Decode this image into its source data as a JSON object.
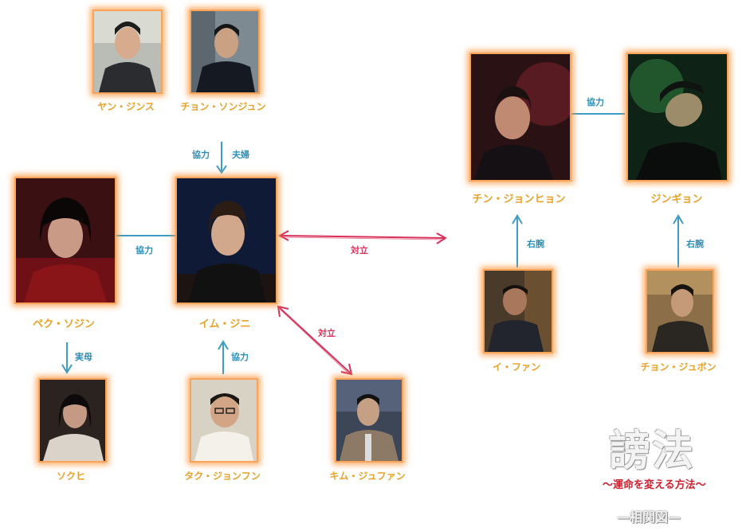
{
  "characters": {
    "yang": "ヤン・ジンス",
    "jeong_sj": "チョン・ソンジュン",
    "baek": "ペク・ソジン",
    "lim": "イム・ジニ",
    "jin_jh": "チン・ジョンヒョン",
    "jingyeong": "ジンギョン",
    "lee_fan": "イ・ファン",
    "jeong_jb": "チョン・ジュボン",
    "sokhi": "ソクヒ",
    "tak": "タク・ジョンフン",
    "kim": "キム・ジュファン"
  },
  "relations": {
    "cooperate_top": "協力",
    "couple": "夫婦",
    "cooperate_left": "協力",
    "oppose_right": "対立",
    "cooperate_jin": "協力",
    "right_arm_1": "右腕",
    "right_arm_2": "右腕",
    "real_mother": "実母",
    "cooperate_bottom": "協力",
    "oppose_bottom": "対立"
  },
  "logo": {
    "title": "謗法",
    "subtitle": "〜運命を変える方法〜",
    "caption": "—相関図—"
  },
  "colors": {
    "name": "#e8a22a",
    "cooperate_line": "#3f9cc4",
    "oppose_line": "#d8325a",
    "glow": "#ff9640"
  }
}
